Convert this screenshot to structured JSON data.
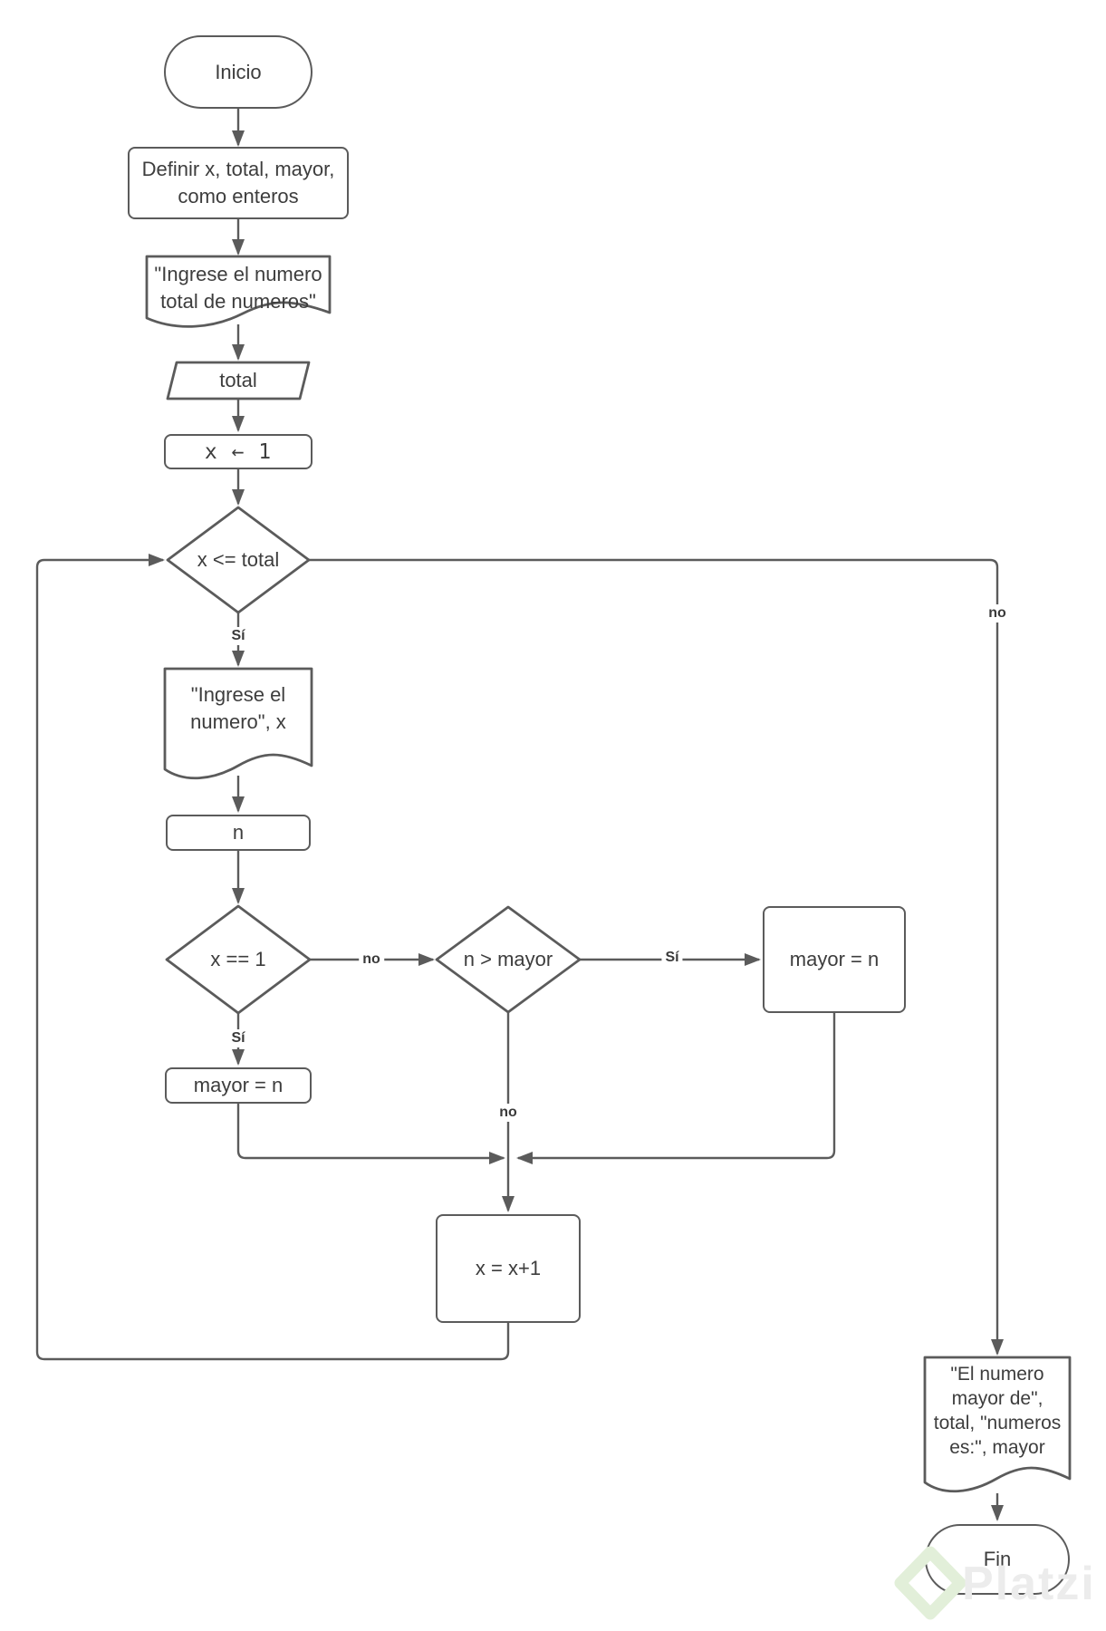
{
  "flowchart": {
    "nodes": {
      "inicio": "Inicio",
      "definir": "Definir x, total, mayor,\ncomo enteros",
      "doc_total": "\"Ingrese el numero\ntotal de numeros\"",
      "total": "total",
      "init_x": "x ← 1",
      "cond_loop": "x <= total",
      "doc_numero": "\"Ingrese el\nnumero\", x",
      "n": "n",
      "cond_first": "x == 1",
      "mayor_first": "mayor = n",
      "cond_mayor": "n > mayor",
      "mayor_update": "mayor = n",
      "increment": "x = x+1",
      "doc_result": "\"El numero\nmayor de\",\ntotal, \"numeros\nes:\", mayor",
      "fin": "Fin"
    },
    "edge_labels": {
      "loop_si": "Sí",
      "loop_no": "no",
      "first_si": "Sí",
      "first_no": "no",
      "mayor_si": "Sí",
      "mayor_no": "no"
    },
    "watermark": "Platzi",
    "colors": {
      "stroke": "#5b5b5b",
      "text": "#3d3d3d",
      "edge_label": "#3a3a3a",
      "wm_text": "#ececec",
      "wm_logo": "#e2efd9"
    }
  }
}
